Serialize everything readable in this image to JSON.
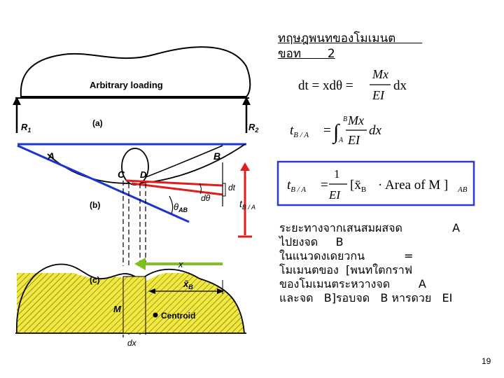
{
  "title": {
    "line1": "ทฤษฎพนทของโมเมนต       ",
    "line2": "ขอท       2"
  },
  "equations": {
    "eq1": {
      "lhs": "dt = xdθ =",
      "num": "Mx",
      "den": "EI",
      "tail": "dx"
    },
    "eq2": {
      "lhs": "t",
      "sub": "B / A",
      "eqsign": "=",
      "upper": "B",
      "lower": "A",
      "num": "Mx",
      "den": "EI",
      "tail": "dx"
    },
    "eq3": {
      "lhs": "t",
      "sub": "B / A",
      "eqsign": "=",
      "num": "1",
      "den": "EI",
      "bracket": "[x̄",
      "xsub": "B",
      "mid": "· Area of M ]",
      "sub2": "AB"
    }
  },
  "description": [
    "ระยะทางจากเสนสมผสจด              A",
    "ไปยงจด     B",
    "ในแนวดงเดยวกน           =",
    "โมเมนตของ  [พนทใตกราฟ",
    "ของโมเมนตระหวางจด        A",
    "และจด   B]รอบจด   B หารดวย   EI"
  ],
  "figure": {
    "loading_label": "Arbitrary loading",
    "label_a": "(a)",
    "label_b": "(b)",
    "label_c": "(c)",
    "r1": "R",
    "r1_sub": "1",
    "r2": "R",
    "r2_sub": "2",
    "point_a": "A",
    "point_b": "B",
    "point_c": "C",
    "point_d": "D",
    "dt": "dt",
    "dtheta": "dθ",
    "theta": "θ",
    "theta_sub": "AB",
    "t": "t",
    "t_sub": "B / A",
    "x": "x",
    "xb": "x̄",
    "xb_sub": "B",
    "m": "M",
    "centroid": "Centroid",
    "dx": "dx"
  },
  "page_number": "19",
  "colors": {
    "red": "#e21b1b",
    "blue": "#1a35d6",
    "green": "#7fbf1f",
    "hatch": "#f2e93a",
    "box_border": "#2b3bd1"
  }
}
